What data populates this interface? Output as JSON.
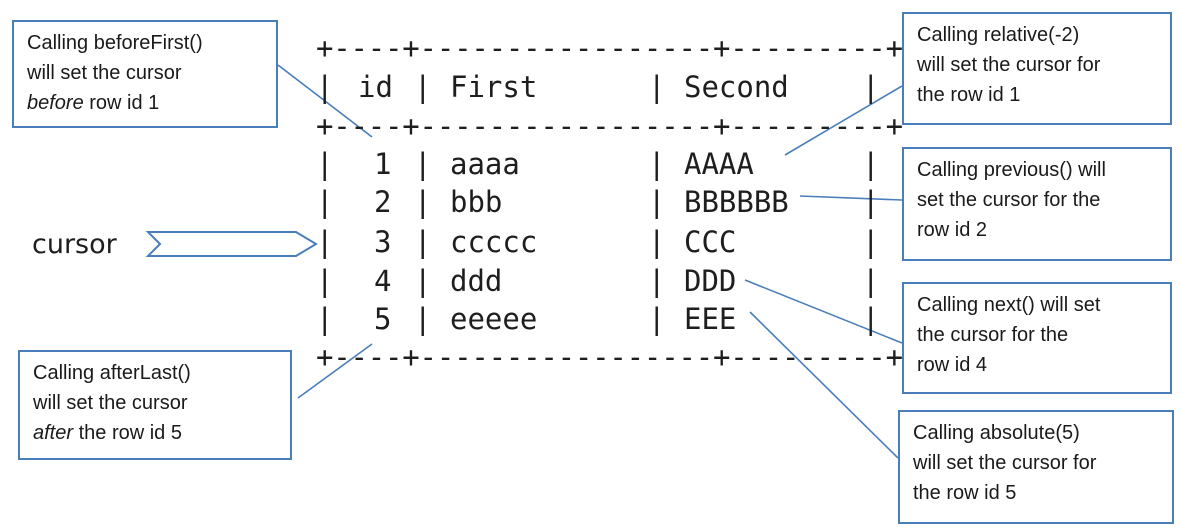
{
  "table": {
    "headers": [
      "id",
      "First",
      "Second"
    ],
    "rows": [
      {
        "id": "1",
        "first": "aaaa",
        "second": "AAAA"
      },
      {
        "id": "2",
        "first": "bbb",
        "second": "BBBBBB"
      },
      {
        "id": "3",
        "first": "ccccc",
        "second": "CCC"
      },
      {
        "id": "4",
        "first": "ddd",
        "second": "DDD"
      },
      {
        "id": "5",
        "first": "eeeee",
        "second": "EEE"
      }
    ]
  },
  "cursor": {
    "label": "cursor"
  },
  "callouts": {
    "before_first": {
      "line1": "Calling beforeFirst()",
      "line2": "will set the cursor",
      "line3_emph": "before",
      "line3_rest": " row id 1"
    },
    "after_last": {
      "line1": "Calling afterLast()",
      "line2": "will set the cursor",
      "line3_emph": "after",
      "line3_rest": " the row id 5"
    },
    "relative": {
      "line1": "Calling relative(-2)",
      "line2": "will set the cursor for",
      "line3": "the row id 1"
    },
    "previous": {
      "line1": "Calling previous() will",
      "line2": "set the cursor for the",
      "line3": "row id 2"
    },
    "next": {
      "line1": "Calling next() will set",
      "line2": "the cursor for the",
      "line3": "row id 4"
    },
    "absolute": {
      "line1": "Calling absolute(5)",
      "line2": "will set the cursor for",
      "line3": "the row id 5"
    }
  },
  "colors": {
    "callout_border": "#4a7ebb",
    "connector": "#4a7ebb",
    "text": "#1e1e1e"
  }
}
